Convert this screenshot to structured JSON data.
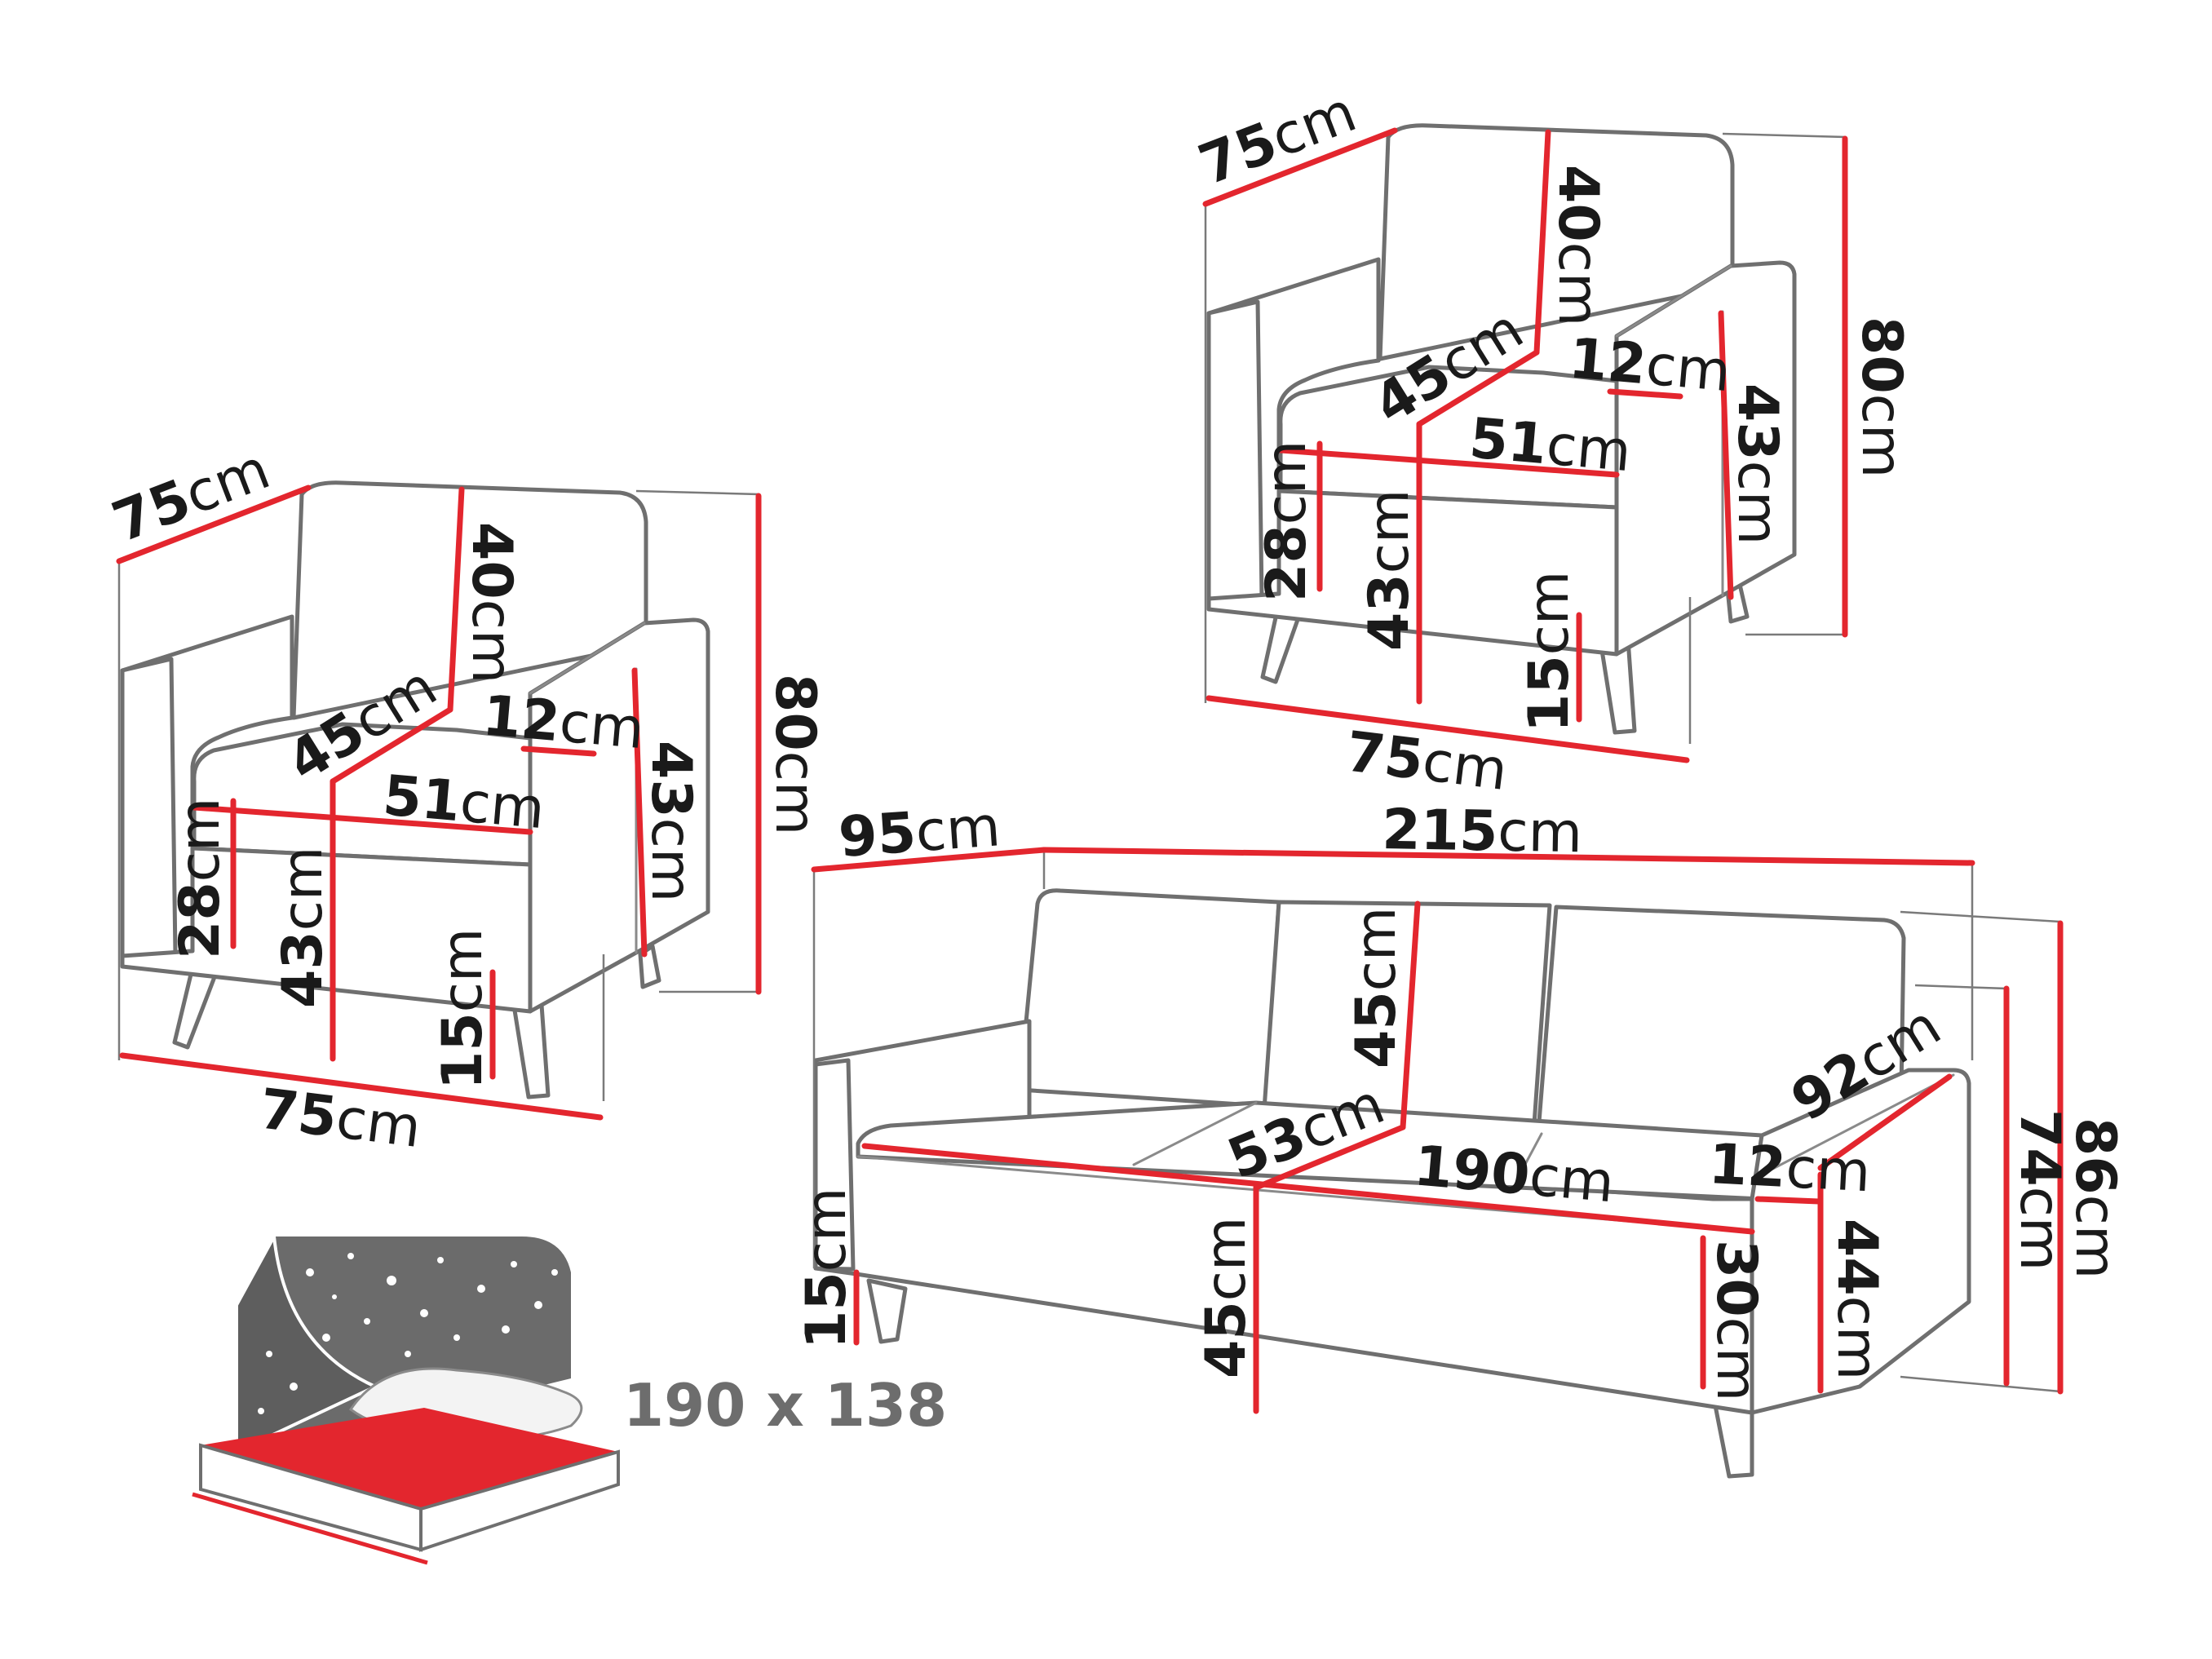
{
  "unit": "cm",
  "colors": {
    "dimension_line": "#e3262e",
    "outline": "#6f6f6f",
    "bed_panel": "#6b6b6b",
    "mattress": "#e3262e"
  },
  "armchair_left": {
    "depth": "75",
    "back_height": "40",
    "seat_depth": "45",
    "arm_width": "12",
    "seat_width": "51",
    "total_height": "80",
    "arm_height": "43",
    "seat_thickness": "28",
    "seat_height": "43",
    "leg_height": "15",
    "width": "75"
  },
  "armchair_right": {
    "depth": "75",
    "back_height": "40",
    "seat_depth": "45",
    "arm_width": "12",
    "seat_width": "51",
    "total_height": "80",
    "arm_height": "43",
    "seat_thickness": "28",
    "seat_height": "43",
    "leg_height": "15",
    "width": "75"
  },
  "sofa": {
    "depth": "95",
    "width": "215",
    "back_height": "45",
    "arm_depth": "92",
    "seat_depth": "53",
    "seat_width": "190",
    "arm_width": "12",
    "leg_height": "15",
    "seat_height": "45",
    "seat_thickness": "30",
    "arm_height": "44",
    "total_height": "74",
    "max_height": "86"
  },
  "bed": {
    "size_label": "190 x 138",
    "icon": "sleeping-bed-icon"
  }
}
